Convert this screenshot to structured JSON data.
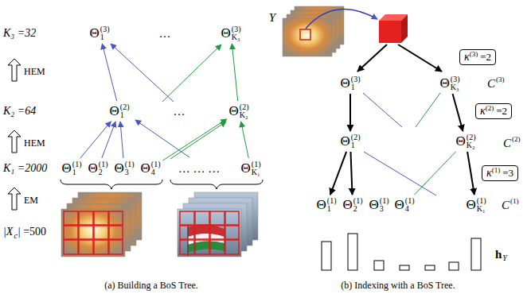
{
  "diagram": {
    "nodes": [
      {
        "text": [
          "Θ",
          "(3)",
          "1"
        ]
      },
      {
        "text": [
          "Θ",
          "(3)",
          "K₃"
        ]
      },
      {
        "text": [
          "Θ",
          "(2)",
          "1"
        ]
      },
      {
        "text": [
          "Θ",
          "(2)",
          "K₂"
        ]
      },
      {
        "text": [
          "Θ",
          "(1)",
          "1"
        ]
      },
      {
        "text": [
          "Θ",
          "(1)",
          "2"
        ]
      },
      {
        "text": [
          "Θ",
          "(1)",
          "3"
        ]
      },
      {
        "text": [
          "Θ",
          "(1)",
          "4"
        ]
      },
      {
        "text": [
          "Θ",
          "(1)",
          "K₁"
        ]
      },
      {
        "text": [
          "κ",
          "(3)",
          "=2"
        ]
      },
      {
        "text": [
          "Θ",
          "(3)",
          "1"
        ]
      },
      {
        "text": [
          "Θ",
          "(3)",
          "K₃"
        ]
      },
      {
        "text": [
          "κ",
          "(2)",
          "=2"
        ]
      },
      {
        "text": [
          "Θ",
          "(2)",
          "1"
        ]
      },
      {
        "text": [
          "Θ",
          "(2)",
          "K₂"
        ]
      },
      {
        "text": [
          "κ",
          "(1)",
          "=3"
        ]
      },
      {
        "text": [
          "Θ",
          "(1)",
          "1"
        ]
      },
      {
        "text": [
          "Θ",
          "(1)",
          "2"
        ]
      },
      {
        "text": [
          "Θ",
          "(1)",
          "3"
        ]
      },
      {
        "text": [
          "Θ",
          "(1)",
          "4"
        ]
      },
      {
        "text": [
          "Θ",
          "(1)",
          "K₁"
        ]
      }
    ],
    "edges": [
      {
        "from": 4,
        "to": 2,
        "arrow": "to"
      },
      {
        "from": 5,
        "to": 2,
        "arrow": "to"
      },
      {
        "from": 6,
        "to": 2,
        "arrow": "to"
      },
      {
        "from": 7,
        "to": 3,
        "arrow": "to"
      },
      {
        "from": 8,
        "to": 3,
        "arrow": "to"
      },
      {
        "from": 2,
        "to": 0,
        "arrow": "to"
      },
      {
        "from": 3,
        "to": 1,
        "arrow": "to"
      },
      {
        "from": 10,
        "to": 13,
        "arrow": "to"
      },
      {
        "from": 11,
        "to": 14,
        "arrow": "to"
      },
      {
        "from": 13,
        "to": 16,
        "arrow": "to"
      },
      {
        "from": 13,
        "to": 17,
        "arrow": "to"
      },
      {
        "from": 14,
        "to": 20,
        "arrow": "to"
      },
      {
        "from": 14,
        "to": 19,
        "arrow": "none"
      }
    ],
    "labels": [
      "K₃ =32",
      "HEM",
      "K₂ =64",
      "HEM",
      "K₁ =2000",
      "EM",
      "|X",
      "c",
      "| =500",
      "…",
      "…",
      "… … …",
      "(a) Building a BoS Tree.",
      "Y",
      "C",
      "(3)",
      "C",
      "(2)",
      "C",
      "(1)",
      "h",
      "Y",
      "(b) Indexing with a BoS Tree."
    ]
  }
}
